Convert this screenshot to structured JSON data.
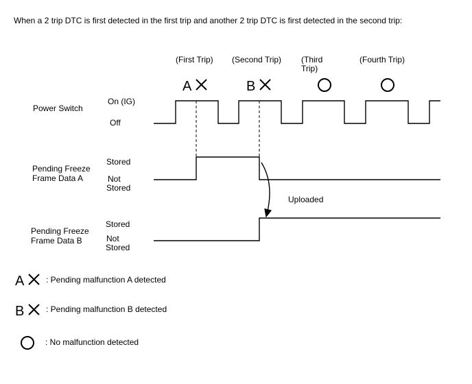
{
  "header": {
    "text": "When a 2 trip DTC is first detected in the first trip and another 2 trip DTC  is first detected in the second trip:"
  },
  "trips": {
    "first": "(First Trip)",
    "second": "(Second Trip)",
    "third_line1": "(Third",
    "third_line2": "Trip)",
    "fourth": "(Fourth Trip)"
  },
  "markers": {
    "a_letter": "A",
    "b_letter": "B"
  },
  "rows": {
    "power_switch": {
      "label": "Power Switch",
      "on_label": "On (IG)",
      "off_label": "Off"
    },
    "freeze_a": {
      "label_line1": "Pending Freeze",
      "label_line2": "Frame Data A",
      "stored_label": "Stored",
      "not_stored_line1": "Not",
      "not_stored_line2": "Stored"
    },
    "freeze_b": {
      "label_line1": "Pending Freeze",
      "label_line2": "Frame Data B",
      "stored_label": "Stored",
      "not_stored_line1": "Not",
      "not_stored_line2": "Stored"
    }
  },
  "annotations": {
    "uploaded": "Uploaded"
  },
  "legend": {
    "a_text": ": Pending malfunction A detected",
    "b_text": ": Pending malfunction B detected",
    "none_text": ": No malfunction detected"
  }
}
